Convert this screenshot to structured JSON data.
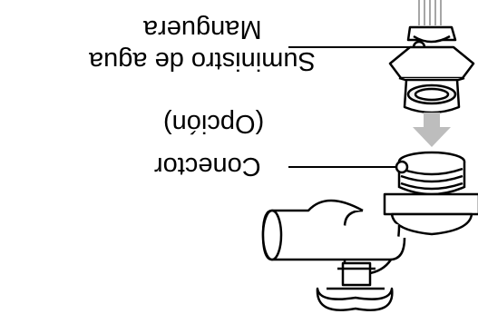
{
  "labels": {
    "water_supply_line_1": "Suministro de agua",
    "water_supply_line_2": "Manguera",
    "option": "(Opción)",
    "connector": "Conector"
  },
  "colors": {
    "line": "#000000",
    "arrow": "#bdbdbd",
    "background": "#ffffff",
    "fill_light": "#f2f2f2"
  }
}
